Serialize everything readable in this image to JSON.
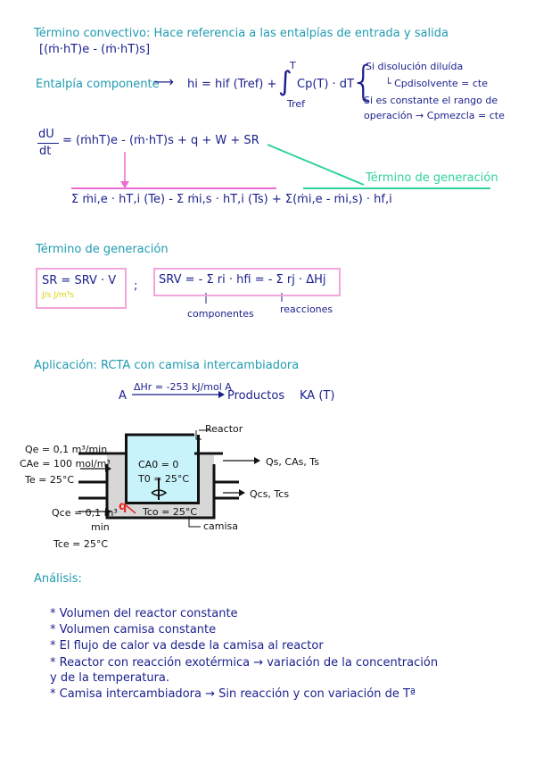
{
  "heading1": "Término convectivo: Hace referencia a las entalpías de entrada y salida",
  "heading1_formula": "[(ṁ·hT)e - (ṁ·hT)s]",
  "enthalpy_label": "Entalpía componente",
  "enthalpy_formula": "hi = hif (Tref) +",
  "integral_upper": "T",
  "integral_lower": "Tref",
  "integral_body": "Cp(T) · dT",
  "brace_line1": "Si disolución diluída",
  "brace_line2": "└ Cpdisolvente = cte",
  "brace_line3": "Si es constante el rango de",
  "brace_line4": "operación → Cpmezcla = cte",
  "balance_lhs_num": "dU",
  "balance_lhs_den": "dt",
  "balance_rhs": "= (ṁhT)e - (ṁ·hT)s + q + W + SR",
  "generation_tag": "Término de generación",
  "expanded_sum": "Σ ṁi,e · hT,i (Te) - Σ ṁi,s · hT,i (Ts)   +   Σ(ṁi,e - ṁi,s) · hf,i",
  "gen_title": "Término de generación",
  "sr_formula": "SR = SRV · V",
  "sr_units": "J/s        J/m³s",
  "semicolon": ";",
  "srv_formula": "SRV = - Σ ri · hfi = - Σ rj · ΔHj",
  "components_label": "componentes",
  "reactions_label": "reacciones",
  "app_title": "Aplicación: RCTA con camisa intercambiadora",
  "reaction_arrow_label": "ΔHr = -253 kJ/mol A",
  "reaction_lhs": "A",
  "reaction_rhs": "Productos",
  "reaction_k": "KA (T)",
  "diagram": {
    "reactor_label": "Reactor",
    "qe": "Qe = 0,1 m³/min",
    "cae": "CAe = 100 mol/m³",
    "te": "Te = 25°C",
    "qce_num": "Qce = 0,1 m³",
    "qce_den": "min",
    "tce": "Tce = 25°C",
    "ca0": "CA0 = 0",
    "t0": "T0 = 25°C",
    "tco": "Tco = 25°C",
    "q_mark": "q",
    "qs": "Qs, CAs, Ts",
    "qcs": "Qcs, Tcs",
    "camisa": "camisa"
  },
  "analysis_title": "Análisis:",
  "analysis_items": [
    "* Volumen del reactor constante",
    "* Volumen camisa constante",
    "* El flujo de calor va desde la camisa al reactor",
    "* Reactor con reacción exotérmica → variación de la concentración",
    "   y de la temperatura.",
    "* Camisa intercambiadora → Sin reacción y con variación de Tª"
  ]
}
